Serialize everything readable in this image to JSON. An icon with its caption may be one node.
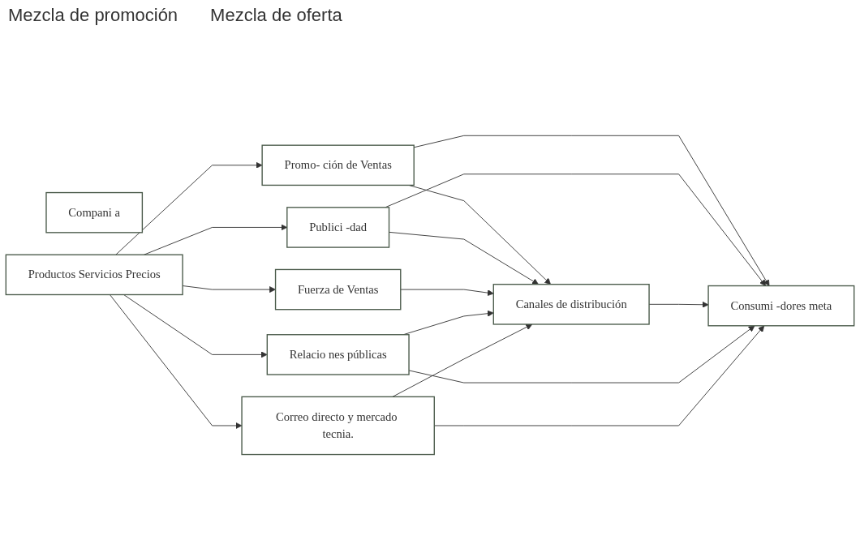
{
  "diagram": {
    "nodes": [
      {
        "text": [
          "Compani a"
        ]
      },
      {
        "text": [
          "Productos Servicios Precios"
        ]
      },
      {
        "text": [
          "Promo- ción de Ventas"
        ]
      },
      {
        "text": [
          "Publici -dad"
        ]
      },
      {
        "text": [
          "Fuerza de Ventas"
        ]
      },
      {
        "text": [
          "Relacio nes públicas"
        ]
      },
      {
        "text": [
          "Correo directo y mercado tecnia."
        ]
      },
      {
        "text": [
          "Canales de distribución"
        ]
      },
      {
        "text": [
          "Consumi -dores meta"
        ]
      }
    ],
    "edges": [
      {
        "from": 1,
        "to": 2,
        "arrow": "to"
      },
      {
        "from": 1,
        "to": 3,
        "arrow": "to"
      },
      {
        "from": 1,
        "to": 4,
        "arrow": "to"
      },
      {
        "from": 1,
        "to": 5,
        "arrow": "to"
      },
      {
        "from": 1,
        "to": 6,
        "arrow": "to"
      },
      {
        "from": 2,
        "to": 7,
        "arrow": "to"
      },
      {
        "from": 2,
        "to": 8,
        "arrow": "to"
      },
      {
        "from": 3,
        "to": 7,
        "arrow": "to"
      },
      {
        "from": 3,
        "to": 8,
        "arrow": "to"
      },
      {
        "from": 4,
        "to": 7,
        "arrow": "to"
      },
      {
        "from": 7,
        "to": 8,
        "arrow": "to"
      },
      {
        "from": 5,
        "to": 7,
        "arrow": "to"
      },
      {
        "from": 5,
        "to": 8,
        "arrow": "to"
      },
      {
        "from": 6,
        "to": 7,
        "arrow": "to"
      },
      {
        "from": 6,
        "to": 8,
        "arrow": "to"
      }
    ],
    "labels": [
      "Mezcla de promoción",
      "Mezcla de oferta"
    ]
  }
}
